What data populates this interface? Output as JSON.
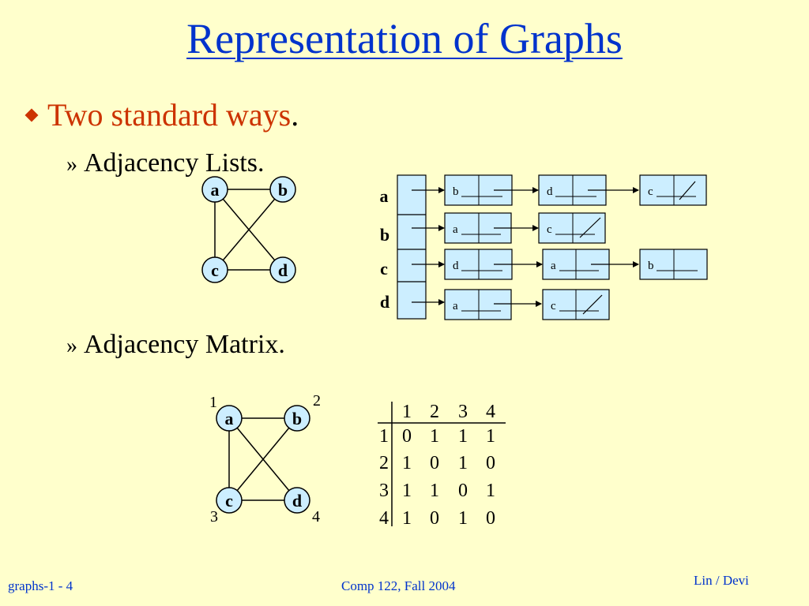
{
  "slide": {
    "title": "Representation of Graphs",
    "bullet": "Two standard ways",
    "bullet_end": ".",
    "sub_marker": "»",
    "sub1": "Adjacency Lists.",
    "sub2": "Adjacency Matrix."
  },
  "graph1": {
    "nodes": [
      "a",
      "b",
      "c",
      "d"
    ]
  },
  "adjacency_list": {
    "rows": [
      {
        "label": "a",
        "cells": [
          "b",
          "d",
          "c"
        ]
      },
      {
        "label": "b",
        "cells": [
          "a",
          "c"
        ]
      },
      {
        "label": "c",
        "cells": [
          "d",
          "a",
          "b"
        ]
      },
      {
        "label": "d",
        "cells": [
          "a",
          "c"
        ]
      }
    ]
  },
  "graph2": {
    "nodes": [
      "a",
      "b",
      "c",
      "d"
    ],
    "numbers": [
      "1",
      "2",
      "3",
      "4"
    ]
  },
  "matrix": {
    "headers": [
      "1",
      "2",
      "3",
      "4"
    ],
    "rows": [
      {
        "label": "1",
        "values": [
          "0",
          "1",
          "1",
          "1"
        ]
      },
      {
        "label": "2",
        "values": [
          "1",
          "0",
          "1",
          "0"
        ]
      },
      {
        "label": "3",
        "values": [
          "1",
          "1",
          "0",
          "1"
        ]
      },
      {
        "label": "4",
        "values": [
          "1",
          "0",
          "1",
          "0"
        ]
      }
    ]
  },
  "footer": {
    "left": "graphs-1 - 4",
    "center": "Comp 122, Fall 2004",
    "right": "Lin / Devi"
  },
  "colors": {
    "background": "#ffffcc",
    "title": "#0033cc",
    "bullet": "#cc3300",
    "node_fill": "#cceeff",
    "box_fill": "#cceeff"
  }
}
